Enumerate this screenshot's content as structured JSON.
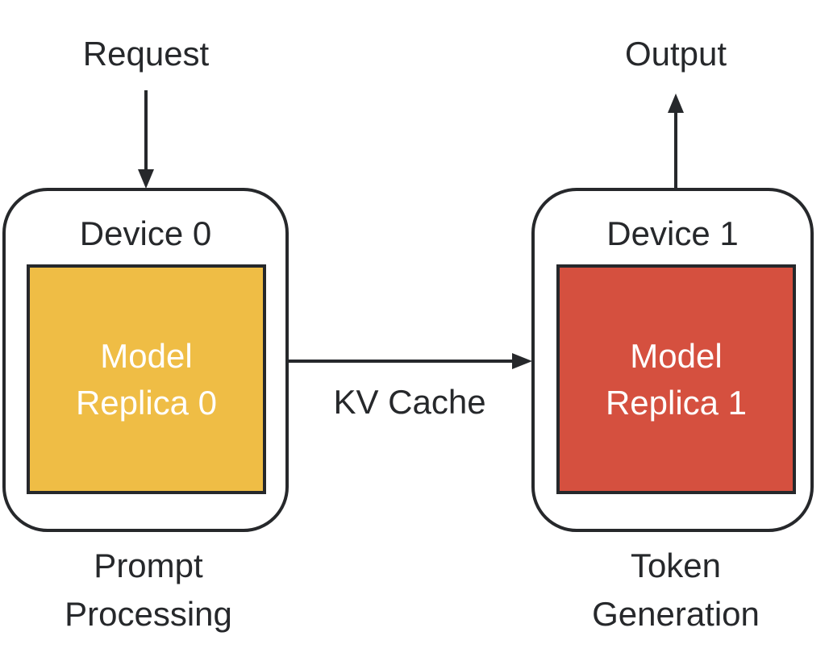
{
  "colors": {
    "ink": "#26282B",
    "prefill_fill": "#EFBD45",
    "decode_fill": "#D5503F",
    "model_text": "#FFFFFF",
    "background": "#FFFFFF"
  },
  "flow": {
    "request_label": "Request",
    "output_label": "Output",
    "kv_cache_label": "KV Cache"
  },
  "devices": [
    {
      "title": "Device 0",
      "model_label": "Model\nReplica 0",
      "caption": "Prompt\nProcessing",
      "model_color": "#EFBD45"
    },
    {
      "title": "Device 1",
      "model_label": "Model\nReplica 1",
      "caption": "Token\nGeneration",
      "model_color": "#D5503F"
    }
  ]
}
